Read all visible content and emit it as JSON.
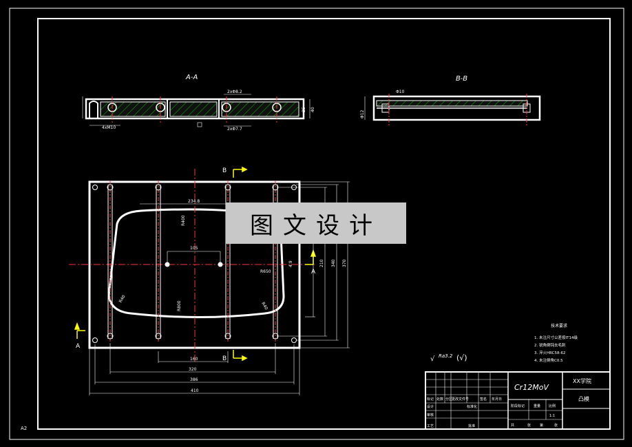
{
  "sheet": {
    "size_label": "A2"
  },
  "views": {
    "section_aa": {
      "title": "A-A",
      "dims": [
        "4xM10",
        "2xΦ8.2",
        "2xΦ7.7",
        "40",
        "25"
      ]
    },
    "section_bb": {
      "title": "B-B",
      "dims": [
        "Φ12",
        "Φ10"
      ]
    },
    "plan": {
      "section_marks": [
        "A",
        "A",
        "B",
        "B"
      ],
      "dims": [
        "234.8",
        "R400",
        "105",
        "R650",
        "R800",
        "R40",
        "R40",
        "160",
        "320",
        "386",
        "410",
        "210",
        "340",
        "370",
        "4.9"
      ]
    }
  },
  "roughness": {
    "symbol": "√",
    "value": "Ra3.2",
    "suffix": "(√)"
  },
  "notes": {
    "title": "技术要求",
    "items": [
      "1. 未注尺寸公差按IT14级",
      "2. 锐角倒钝去毛刺",
      "3. 淬火HRC58-62",
      "4. 未注倒角C0.5"
    ]
  },
  "title_block": {
    "material": "Cr12MoV",
    "school": "XX学院",
    "part_name": "凸模",
    "cells": [
      "标记",
      "处数",
      "分区",
      "更改文件号",
      "签名",
      "年月日",
      "设计",
      "标准化",
      "审核",
      "工艺",
      "批准",
      "阶段标记",
      "重量",
      "比例",
      "1:1",
      "共",
      "张",
      "第",
      "张"
    ]
  },
  "watermark": {
    "text": "图文设计"
  }
}
